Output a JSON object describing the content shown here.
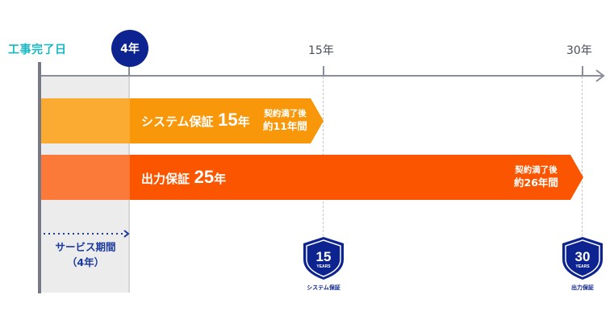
{
  "timeline": {
    "start_label": "工事完了日",
    "current_marker": "4年",
    "ticks": [
      "15年",
      "30年"
    ]
  },
  "bars": [
    {
      "title": "システム保証",
      "number": "15",
      "unit": "年",
      "note_line1": "契約満了後",
      "note_line2": "約11年間",
      "color_light": "#fbaa32",
      "color_main": "#f8970a"
    },
    {
      "title": "出力保証",
      "number": "25",
      "unit": "年",
      "note_line1": "契約満了後",
      "note_line2": "約26年間",
      "color_light": "#fb7a3a",
      "color_main": "#fc5500"
    }
  ],
  "service_period": {
    "line1": "サービス期間",
    "line2": "（4年）"
  },
  "badges": [
    {
      "number": "15",
      "years": "YEARS",
      "caption": "システム保証"
    },
    {
      "number": "30",
      "years": "YEARS",
      "caption": "出力保証"
    }
  ],
  "colors": {
    "navy": "#0d2490",
    "teal": "#16b8c4",
    "axis": "#8a8e9a"
  }
}
